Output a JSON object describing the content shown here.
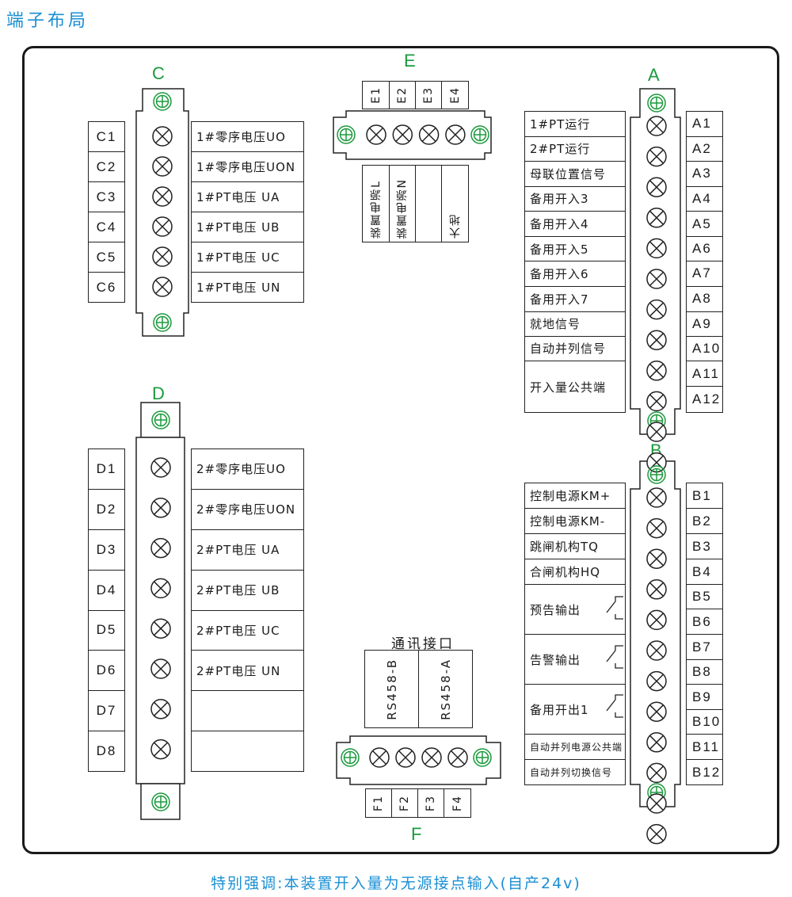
{
  "title": "端子布局",
  "footer_note": "特别强调:本装置开入量为无源接点输入(自产24v)",
  "colors": {
    "title": "#1a8fd4",
    "group_label": "#1a9a3c",
    "screw": "#1a9a3c",
    "line": "#222222"
  },
  "icons": {
    "screw": "screw-terminal-icon (⊕)",
    "terminal": "wire-terminal-icon (⊗)",
    "relay": "relay-contact-icon"
  },
  "groups": {
    "C": {
      "label": "C",
      "ids": [
        "C1",
        "C2",
        "C3",
        "C4",
        "C5",
        "C6"
      ],
      "labels": [
        "1#零序电压UO",
        "1#零序电压UON",
        "1#PT电压 UA",
        "1#PT电压 UB",
        "1#PT电压 UC",
        "1#PT电压 UN"
      ]
    },
    "D": {
      "label": "D",
      "ids": [
        "D1",
        "D2",
        "D3",
        "D4",
        "D5",
        "D6",
        "D7",
        "D8"
      ],
      "labels": [
        "2#零序电压UO",
        "2#零序电压UON",
        "2#PT电压 UA",
        "2#PT电压 UB",
        "2#PT电压 UC",
        "2#PT电压 UN",
        "",
        ""
      ]
    },
    "E": {
      "label": "E",
      "ids": [
        "E1",
        "E2",
        "E3",
        "E4"
      ],
      "labels": [
        "装置电源L",
        "装置电源N",
        "",
        "大地"
      ]
    },
    "F": {
      "label": "F",
      "heading": "通讯接口",
      "ids": [
        "F1",
        "F2",
        "F3",
        "F4"
      ],
      "labels": [
        "RS458-B",
        "RS458-A"
      ]
    },
    "A": {
      "label": "A",
      "ids": [
        "A1",
        "A2",
        "A3",
        "A4",
        "A5",
        "A6",
        "A7",
        "A8",
        "A9",
        "A10",
        "A11",
        "A12"
      ],
      "labels": [
        "1#PT运行",
        "2#PT运行",
        "母联位置信号",
        "备用开入3",
        "备用开入4",
        "备用开入5",
        "备用开入6",
        "备用开入7",
        "就地信号",
        "自动并列信号",
        "开入量公共端"
      ]
    },
    "B": {
      "label": "B",
      "ids": [
        "B1",
        "B2",
        "B3",
        "B4",
        "B5",
        "B6",
        "B7",
        "B8",
        "B9",
        "B10",
        "B11",
        "B12"
      ],
      "labels": [
        "控制电源KM+",
        "控制电源KM-",
        "跳闸机构TQ",
        "合闸机构HQ",
        "预告输出",
        "告警输出",
        "备用开出1",
        "自动并列电源公共端",
        "自动并列切换信号"
      ]
    }
  }
}
